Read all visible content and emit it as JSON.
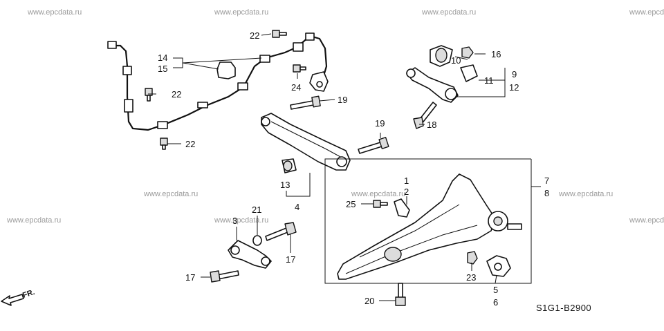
{
  "watermark_text": "www.epcdata.ru",
  "diagram_code": "S1G1-B2900",
  "front_marker": "FR.",
  "callouts": {
    "c1": "1",
    "c2": "2",
    "c3": "3",
    "c4": "4",
    "c5": "5",
    "c6": "6",
    "c7": "7",
    "c8": "8",
    "c9": "9",
    "c10": "10",
    "c11": "11",
    "c12": "12",
    "c13": "13",
    "c14": "14",
    "c15": "15",
    "c16": "16",
    "c17a": "17",
    "c17b": "17",
    "c18": "18",
    "c19a": "19",
    "c19b": "19",
    "c20": "20",
    "c21": "21",
    "c22a": "22",
    "c22b": "22",
    "c22c": "22",
    "c23": "23",
    "c24": "24",
    "c25": "25"
  }
}
